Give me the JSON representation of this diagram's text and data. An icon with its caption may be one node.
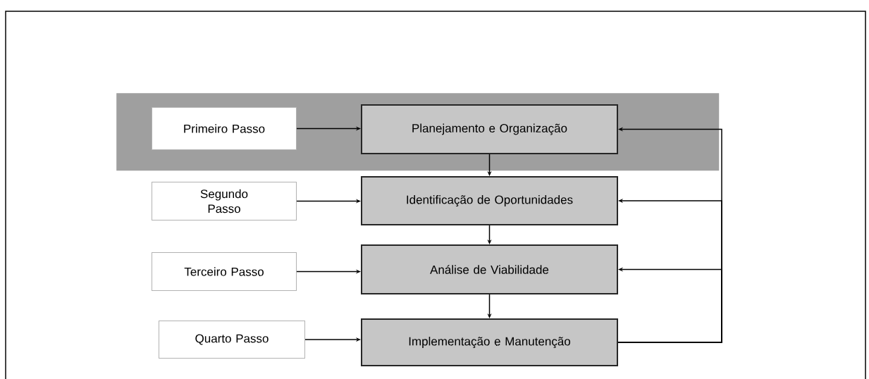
{
  "diagram": {
    "nodes": [
      {
        "text": [],
        "shape": "box"
      },
      {
        "text": [
          "Primeiro Passo"
        ],
        "in": 0
      },
      {
        "text": [
          "Planejamento e Organização"
        ],
        "in": 0
      },
      {
        "text": [
          "Segundo Passo"
        ]
      },
      {
        "text": [
          "Identificação de Oportunidades"
        ]
      },
      {
        "text": [
          "Terceiro Passo"
        ]
      },
      {
        "text": [
          "Análise de Viabilidade"
        ]
      },
      {
        "text": [
          "Quarto Passo"
        ]
      },
      {
        "text": [
          "Implementação e Manutenção"
        ]
      }
    ],
    "edges": [
      {
        "from": 1,
        "to": 2,
        "arrow": "to"
      },
      {
        "from": 2,
        "to": 4,
        "arrow": "to"
      },
      {
        "from": 3,
        "to": 4,
        "arrow": "to"
      },
      {
        "from": 4,
        "to": 6,
        "arrow": "to"
      },
      {
        "from": 5,
        "to": 6,
        "arrow": "to"
      },
      {
        "from": 6,
        "to": 8,
        "arrow": "to"
      },
      {
        "from": 7,
        "to": 8,
        "arrow": "to"
      },
      {
        "from": 8,
        "to": 2,
        "arrow": "to"
      },
      {
        "from": 8,
        "to": 4,
        "arrow": "to"
      },
      {
        "from": 8,
        "to": 6,
        "arrow": "to"
      }
    ]
  }
}
